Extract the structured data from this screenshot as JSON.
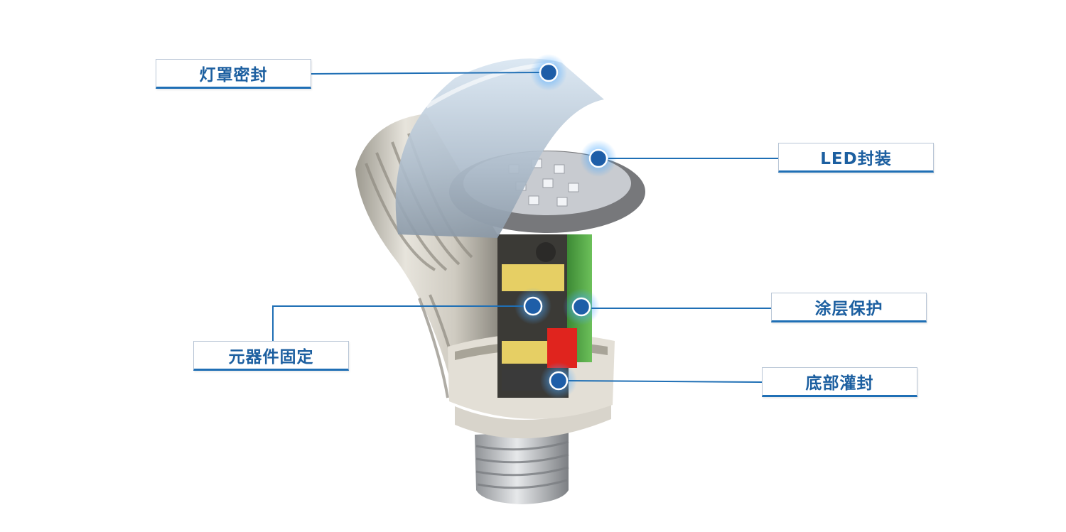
{
  "diagram": {
    "labels": {
      "lamp_cover_seal": "灯罩密封",
      "led_encapsulation": "LED封装",
      "coating_protection": "涂层保护",
      "component_fixing": "元器件固定",
      "bottom_potting": "底部灌封"
    }
  },
  "colors": {
    "accent": "#1f6fb5",
    "label_text": "#1c5fa0",
    "callout_dot": "#1e5ea8"
  }
}
